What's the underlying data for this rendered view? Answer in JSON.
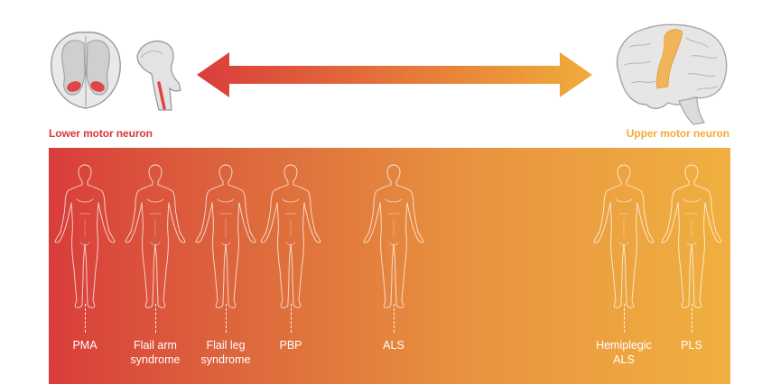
{
  "header": {
    "lower_label": "Lower motor neuron",
    "upper_label": "Upper motor neuron"
  },
  "colors": {
    "lower": "#d63838",
    "upper": "#f0ac3a",
    "band_left": "#d93d3b",
    "band_right": "#f0b040",
    "brain_highlight": "#f2b45a"
  },
  "icons": {
    "spinal_cord_cross_section": "spinal-cord-cross-section-icon",
    "spinal_cord_side": "spinal-cord-side-icon",
    "brain": "brain-icon",
    "spectrum_arrow": "double-arrow-icon",
    "body_figure": "human-body-outline-icon"
  },
  "variants": [
    {
      "line1": "PMA",
      "line2": ""
    },
    {
      "line1": "Flail arm",
      "line2": "syndrome"
    },
    {
      "line1": "Flail leg",
      "line2": "syndrome"
    },
    {
      "line1": "PBP",
      "line2": ""
    },
    {
      "line1": "ALS",
      "line2": ""
    },
    {
      "line1": "Hemiplegic",
      "line2": "ALS"
    },
    {
      "line1": "PLS",
      "line2": ""
    }
  ]
}
